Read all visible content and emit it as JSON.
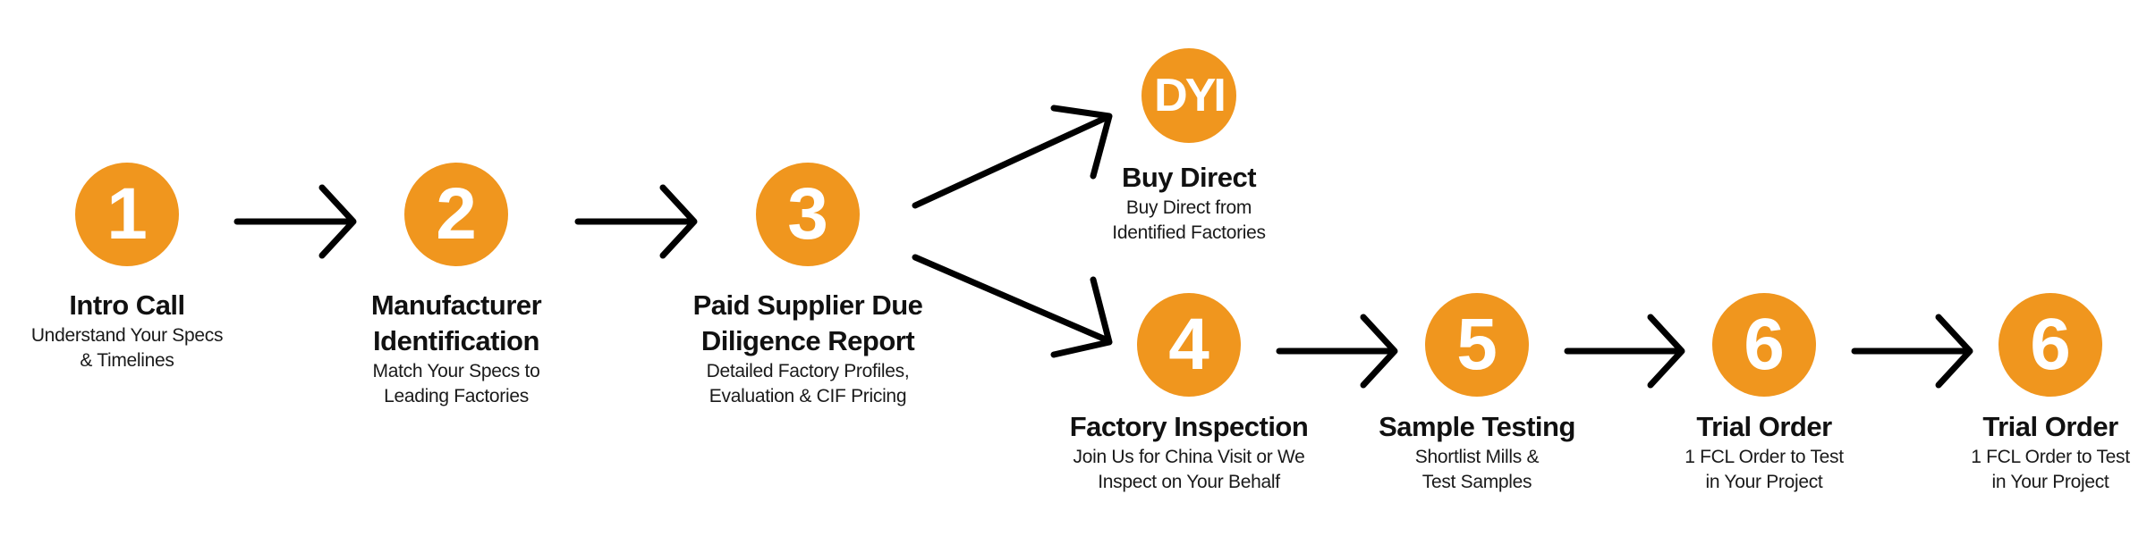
{
  "colors": {
    "accent": "#F0961E",
    "arrow": "#000000"
  },
  "steps": [
    {
      "badge": "1",
      "title": [
        "Intro Call"
      ],
      "subtitle": [
        "Understand Your Specs",
        "& Timelines"
      ]
    },
    {
      "badge": "2",
      "title": [
        "Manufacturer",
        "Identification"
      ],
      "subtitle": [
        "Match Your Specs to",
        "Leading Factories"
      ]
    },
    {
      "badge": "3",
      "title": [
        "Paid Supplier Due",
        "Diligence Report"
      ],
      "subtitle": [
        "Detailed Factory Profiles,",
        "Evaluation & CIF Pricing"
      ]
    },
    {
      "badge": "DYI",
      "title": [
        "Buy Direct"
      ],
      "subtitle": [
        "Buy Direct from",
        "Identified Factories"
      ]
    },
    {
      "badge": "4",
      "title": [
        "Factory Inspection"
      ],
      "subtitle": [
        "Join Us for China Visit or We",
        "Inspect on Your Behalf"
      ]
    },
    {
      "badge": "5",
      "title": [
        "Sample Testing"
      ],
      "subtitle": [
        "Shortlist Mills &",
        "Test Samples"
      ]
    },
    {
      "badge": "6",
      "title": [
        "Trial Order"
      ],
      "subtitle": [
        "1 FCL Order to Test",
        "in Your Project"
      ]
    },
    {
      "badge": "6",
      "title": [
        "Trial Order"
      ],
      "subtitle": [
        "1 FCL Order to Test",
        "in Your Project"
      ]
    }
  ]
}
